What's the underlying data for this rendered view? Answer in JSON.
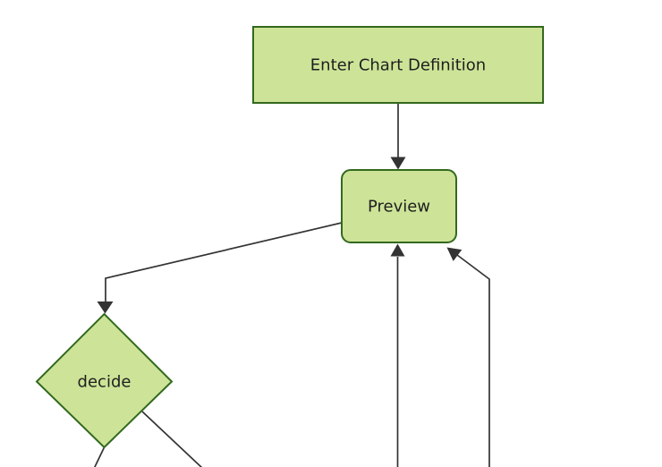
{
  "diagram": {
    "type": "flowchart",
    "background": "#ffffff",
    "colors": {
      "node_fill": "#cde498",
      "node_border": "#33691e",
      "edge_line": "#333333",
      "label_text": "#1f1f1f"
    },
    "nodes": [
      {
        "id": "enter-chart-definition",
        "label": "Enter Chart Definition",
        "shape": "rectangle"
      },
      {
        "id": "preview",
        "label": "Preview",
        "shape": "rounded-rectangle"
      },
      {
        "id": "decide",
        "label": "decide",
        "shape": "diamond"
      }
    ],
    "edges": [
      {
        "from": "Enter Chart Definition",
        "to": "Preview",
        "arrow": true
      },
      {
        "from": "Preview",
        "to": "decide",
        "arrow": true
      },
      {
        "from": "decide",
        "to": "offscreen-bottom-left",
        "arrow": false
      },
      {
        "from": "decide",
        "to": "offscreen-bottom-right",
        "arrow": false
      },
      {
        "from": "offscreen-bottom",
        "to": "Preview",
        "arrow": true
      },
      {
        "from": "offscreen-bottom-right",
        "to": "Preview",
        "arrow": true
      }
    ]
  }
}
